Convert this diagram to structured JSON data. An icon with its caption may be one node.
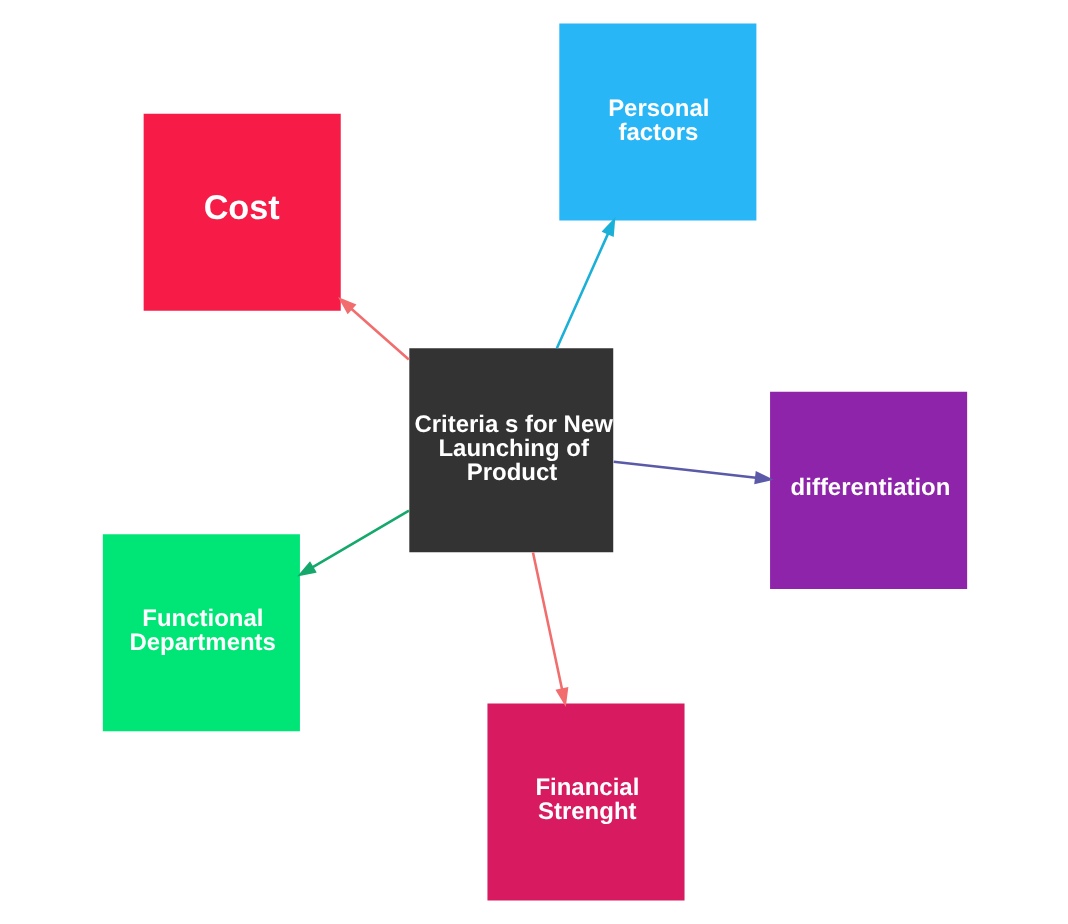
{
  "diagram": {
    "nodes": [
      {
        "text": [
          "Cost"
        ]
      },
      {
        "text": [
          "differentiation"
        ]
      },
      {
        "text": [
          "Financial Strenght"
        ]
      },
      {
        "text": [
          "Criteria s for New Launching of Product"
        ]
      },
      {
        "text": [
          "Personal factors"
        ]
      },
      {
        "text": [
          "Functional Departments"
        ]
      }
    ],
    "edges": [
      {
        "from": 3,
        "to": 0,
        "arrow": "to",
        "color": "#f26d6d"
      },
      {
        "from": 3,
        "to": 1,
        "arrow": "to",
        "color": "#5a5aa8"
      },
      {
        "from": 3,
        "to": 2,
        "arrow": "to",
        "color": "#f26d6d"
      },
      {
        "from": 3,
        "to": 4,
        "arrow": "to",
        "color": "#1ab0d8"
      },
      {
        "from": 3,
        "to": 5,
        "arrow": "to",
        "color": "#14a86b"
      }
    ]
  }
}
